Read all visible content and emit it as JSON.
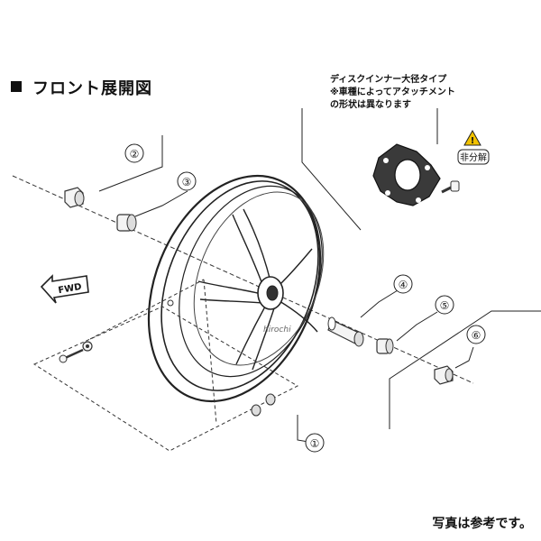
{
  "header": {
    "title": "フロント展開図"
  },
  "note": {
    "lines": [
      "ディスクインナー大径タイプ",
      "※車種によってアタッチメント",
      "の形状は異なります"
    ]
  },
  "warning_badge": {
    "label": "非分解"
  },
  "fwd_arrow": {
    "label": "FWD"
  },
  "callouts": [
    "①",
    "②",
    "③",
    "④",
    "⑤",
    "⑥"
  ],
  "watermark": "hirochi",
  "caption": "写真は参考です。"
}
